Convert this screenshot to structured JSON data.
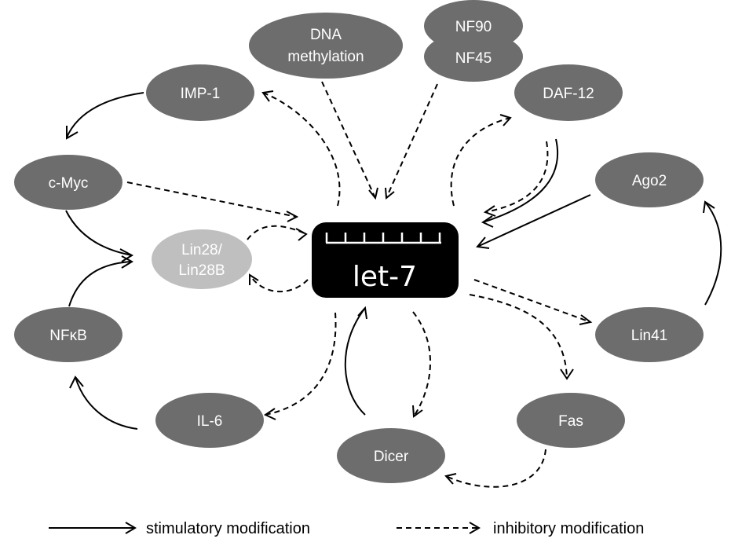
{
  "colors": {
    "node_fill": "#6d6d6d",
    "lin28_fill": "#bfbfbf",
    "center_fill": "#000000",
    "text": "#ffffff",
    "arrow": "#000000"
  },
  "center": {
    "label": "let-7"
  },
  "nodes": {
    "dna": {
      "line1": "DNA",
      "line2": "methylation"
    },
    "nf90": {
      "label": "NF90"
    },
    "nf45": {
      "label": "NF45"
    },
    "imp1": {
      "label": "IMP-1"
    },
    "daf12": {
      "label": "DAF-12"
    },
    "cmyc": {
      "label": "c-Myc"
    },
    "ago2": {
      "label": "Ago2"
    },
    "lin28": {
      "line1": "Lin28/",
      "line2": "Lin28B"
    },
    "nfkb": {
      "label": "NFκB"
    },
    "lin41": {
      "label": "Lin41"
    },
    "il6": {
      "label": "IL-6"
    },
    "fas": {
      "label": "Fas"
    },
    "dicer": {
      "label": "Dicer"
    }
  },
  "legend": {
    "stimulatory": "stimulatory modification",
    "inhibitory": "inhibitory modification"
  }
}
